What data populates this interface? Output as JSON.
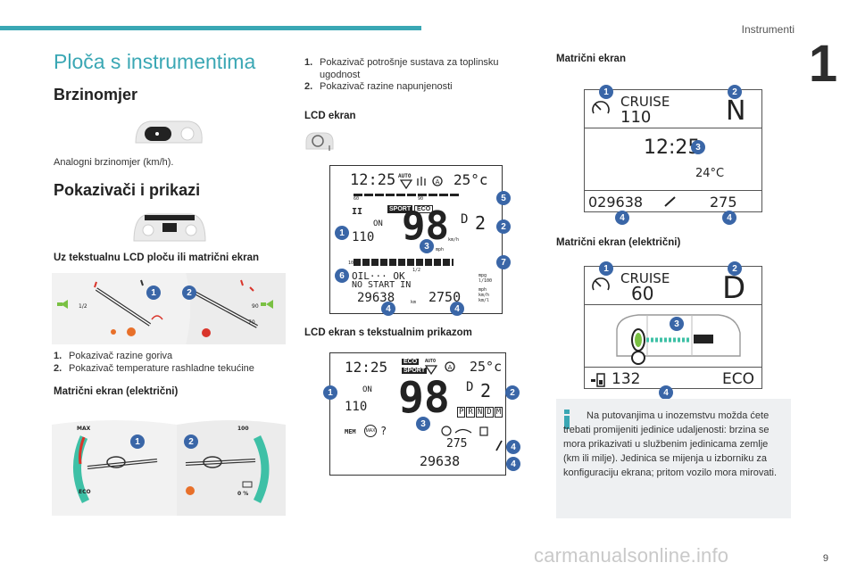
{
  "header": {
    "section": "Instrumenti",
    "chapter": "1"
  },
  "footer": {
    "page": "9",
    "url": "carmanualsonline.info"
  },
  "col1": {
    "title": "Ploča s instrumentima",
    "speedo_heading": "Brzinomjer",
    "speedo_caption": "Analogni brzinomjer (km/h).",
    "indicators_heading": "Pokazivači i prikazi",
    "lcd_heading": "Uz tekstualnu LCD ploču ili matrični ekran",
    "list": [
      {
        "n": "1.",
        "text": "Pokazivač razine goriva"
      },
      {
        "n": "2.",
        "text": "Pokazivač temperature rashladne tekućine"
      }
    ],
    "matrix_el_heading": "Matrični ekran (električni)",
    "gauge_labels": {
      "max": "MAX",
      "eco": "ECO",
      "hundred": "100",
      "zero": "0 %",
      "half": "1/2",
      "ninety": "90",
      "seventy": "70"
    }
  },
  "col2": {
    "list": [
      {
        "n": "1.",
        "text": "Pokazivač potrošnje sustava za toplinsku ugodnost"
      },
      {
        "n": "2.",
        "text": "Pokazivač razine napunjenosti"
      }
    ],
    "lcd_heading": "LCD ekran",
    "lcd_text_heading": "LCD ekran s tekstualnim prikazom",
    "lcd1": {
      "time": "12:25",
      "auto": "AUTO",
      "temp": "25°c",
      "sport": "SPORT",
      "eco": "ECO",
      "speed": "98",
      "gear": "D",
      "gear_num": "2",
      "limit": "110",
      "on": "ON",
      "kmh": "km/h",
      "mph": "mph",
      "oil": "OIL··· OK",
      "nostart": "NO START IN",
      "odo": "29638",
      "trip": "2750",
      "km": "km",
      "units": "mpg l/100",
      "units2": "mph km/h km/l",
      "scale_60": "60",
      "scale_90": "90",
      "scale_10": "10",
      "scale_half": "1/2"
    },
    "lcd2": {
      "time": "12:25",
      "eco": "ECO",
      "sport": "SPORT",
      "auto": "AUTO",
      "temp": "25°c",
      "speed": "98",
      "gear": "D",
      "gear_num": "2",
      "limit": "110",
      "on": "ON",
      "gears": [
        "P",
        "R",
        "N",
        "D",
        "M"
      ],
      "mem": "MEM",
      "max": "MAX",
      "q": "?",
      "range": "275",
      "odo": "29638"
    }
  },
  "col3": {
    "matrix_heading": "Matrični ekran",
    "matrix": {
      "cruise": "CRUISE",
      "speed": "110",
      "gear": "N",
      "time": "12:25",
      "temp": "24°C",
      "odo": "029638",
      "range": "275"
    },
    "matrix_el_heading": "Matrični ekran (električni)",
    "matrix_el": {
      "cruise": "CRUISE",
      "speed": "60",
      "gear": "D",
      "range": "132",
      "mode": "ECO"
    },
    "info": "Na putovanjima u inozemstvu možda ćete trebati promijeniti jedinice udaljenosti: brzina se mora prikazivati u službenim jedinicama zemlje (km ili milje). Jedinica se mijenja u izborniku za konfiguraciju ekrana; pritom vozilo mora mirovati."
  },
  "callouts": [
    "1",
    "2",
    "3",
    "4",
    "5",
    "6",
    "7"
  ],
  "colors": {
    "accent": "#3aa7b4",
    "callout": "#3a66a7",
    "warning": "#e8702a",
    "needle_red": "#d9352b",
    "eco_green": "#3ec0a6"
  }
}
